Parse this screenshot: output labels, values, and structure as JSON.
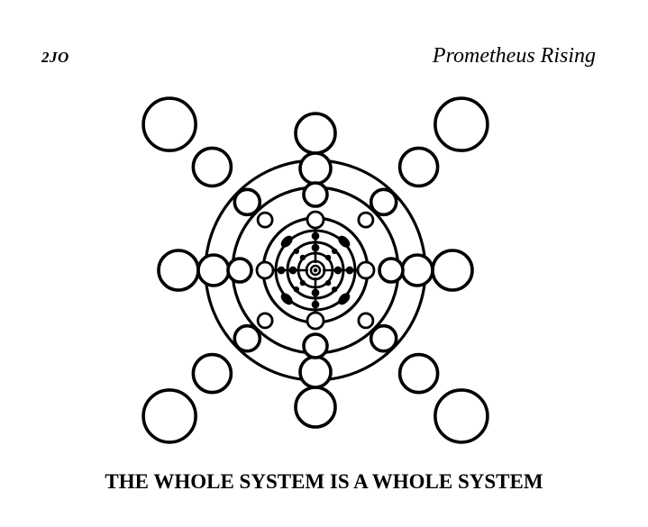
{
  "header": {
    "page_number": "2JO",
    "running_title": "Prometheus Rising"
  },
  "figure": {
    "ink_color": "#000000",
    "paper_color": "#ffffff"
  },
  "caption": "THE WHOLE SYSTEM IS A WHOLE SYSTEM"
}
